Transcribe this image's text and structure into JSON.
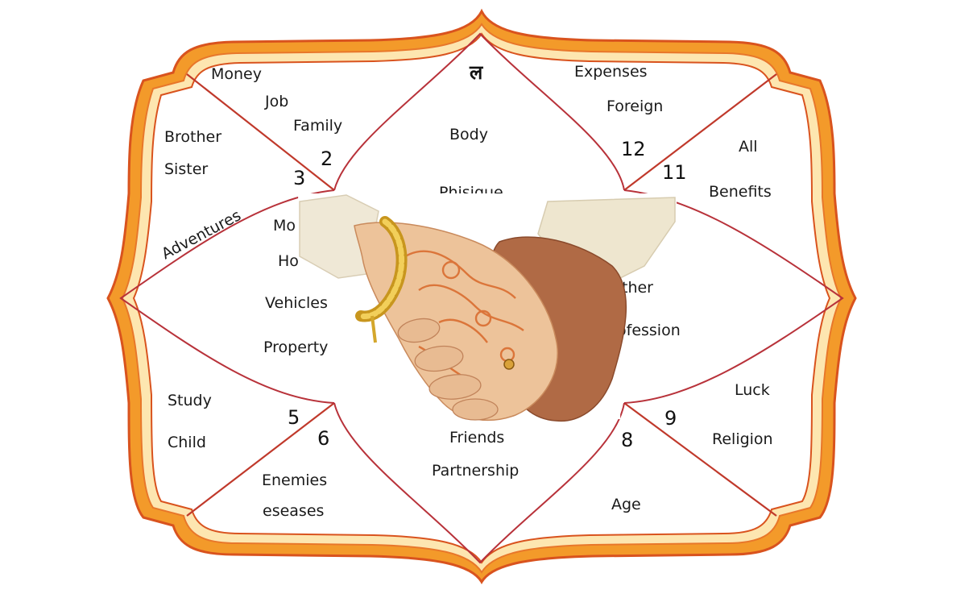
{
  "colors": {
    "frame_outer": "#f39a2a",
    "frame_inner": "#fde6b0",
    "frame_stroke": "#d9531e",
    "house_line": "#c0392b",
    "lotus_line": "#b8323a",
    "background": "#ffffff"
  },
  "image": {
    "name": "clasped-hands-with-henna-and-gold-bracelet"
  },
  "houses": {
    "h1": {
      "glyph": "ल",
      "labels": [
        "Body",
        "Phisique"
      ]
    },
    "h2": {
      "number": "2",
      "labels": [
        "Money",
        "Job",
        "Family"
      ]
    },
    "h3": {
      "number": "3",
      "labels": [
        "Brother",
        "Sister",
        "Adventures"
      ]
    },
    "h4": {
      "labels": [
        "Mo",
        "Ho",
        "Vehicles",
        "Property"
      ]
    },
    "h5": {
      "number": "5",
      "labels": [
        "Study",
        "Child"
      ]
    },
    "h6": {
      "number": "6",
      "labels": [
        "Enemies",
        "eseases"
      ]
    },
    "h7": {
      "labels": [
        "Friends",
        "Partnership"
      ]
    },
    "h8": {
      "number": "8",
      "labels": [
        "Age"
      ]
    },
    "h9": {
      "number": "9",
      "labels": [
        "Luck",
        "Religion"
      ]
    },
    "h10": {
      "labels": [
        "ther",
        "ofession"
      ]
    },
    "h11": {
      "number": "11",
      "labels": [
        "All",
        "Benefits"
      ]
    },
    "h12": {
      "number": "12",
      "labels": [
        "Expenses",
        "Foreign"
      ]
    }
  }
}
